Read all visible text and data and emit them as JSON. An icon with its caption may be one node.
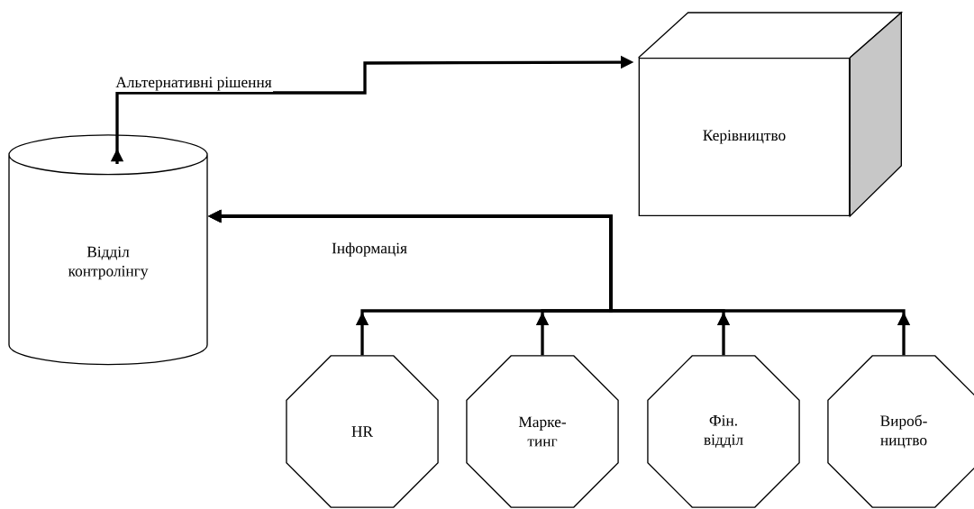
{
  "diagram": {
    "nodes": [
      {
        "text": [
          "Відділ контролінгу"
        ]
      },
      {
        "text": [
          "Керівництво"
        ]
      },
      {
        "text": [
          "HR"
        ]
      },
      {
        "text": [
          "Марке- тинг"
        ]
      },
      {
        "text": [
          "Фін. відділ"
        ]
      },
      {
        "text": [
          "Вироб- ництво"
        ]
      }
    ],
    "edges": [
      {
        "from": 0,
        "to": 1,
        "arrow": "to",
        "label": "Альтернативні рішення"
      },
      {
        "from": 2,
        "to": 0,
        "arrow": "to",
        "label": "Інформація"
      },
      {
        "from": 3,
        "to": 0,
        "arrow": "to"
      },
      {
        "from": 4,
        "to": 0,
        "arrow": "to"
      },
      {
        "from": 5,
        "to": 0,
        "arrow": "to"
      }
    ]
  }
}
